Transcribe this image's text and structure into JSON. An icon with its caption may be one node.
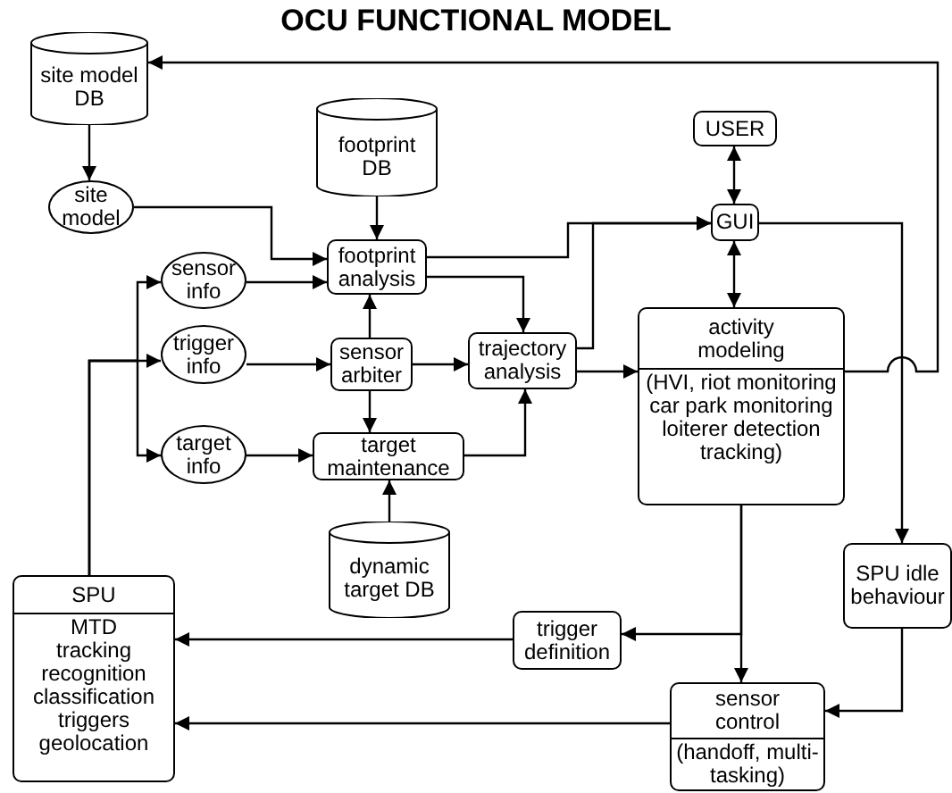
{
  "diagram": {
    "title": "OCU FUNCTIONAL MODEL",
    "nodes": [
      {
        "text": [
          "site model DB"
        ]
      },
      {
        "text": [
          "footprint DB"
        ]
      },
      {
        "text": [
          "USER"
        ]
      },
      {
        "text": [
          "site model"
        ]
      },
      {
        "text": [
          "sensor info"
        ]
      },
      {
        "text": [
          "footprint analysis"
        ]
      },
      {
        "text": [
          "GUI"
        ]
      },
      {
        "text": [
          "trigger info"
        ]
      },
      {
        "text": [
          "sensor arbiter"
        ]
      },
      {
        "text": [
          "trajectory analysis"
        ]
      },
      {
        "text": [
          "activity modeling",
          "(HVI, riot monitoring car park monitoring loiterer detection tracking)"
        ]
      },
      {
        "text": [
          "target info"
        ]
      },
      {
        "text": [
          "target maintenance"
        ]
      },
      {
        "text": [
          "dynamic target DB"
        ]
      },
      {
        "text": [
          "SPU",
          "MTD tracking recognition classification triggers geolocation"
        ]
      },
      {
        "text": [
          "SPU idle behaviour"
        ]
      },
      {
        "text": [
          "trigger definition"
        ]
      },
      {
        "text": [
          "sensor control",
          "(handoff, multi-tasking)"
        ]
      }
    ],
    "edges": [
      {
        "from": 0,
        "to": 3,
        "arrow": "to"
      },
      {
        "from": 3,
        "to": 5,
        "arrow": "to"
      },
      {
        "from": 1,
        "to": 5,
        "arrow": "to"
      },
      {
        "from": 4,
        "to": 5,
        "arrow": "to"
      },
      {
        "from": 2,
        "to": 6,
        "arrow": "both"
      },
      {
        "from": 6,
        "to": 10,
        "arrow": "both"
      },
      {
        "from": 5,
        "to": 6,
        "arrow": "to"
      },
      {
        "from": 5,
        "to": 9,
        "arrow": "to"
      },
      {
        "from": 9,
        "to": 6,
        "arrow": "to"
      },
      {
        "from": 9,
        "to": 10,
        "arrow": "to"
      },
      {
        "from": 8,
        "to": 5,
        "arrow": "to"
      },
      {
        "from": 8,
        "to": 9,
        "arrow": "to"
      },
      {
        "from": 8,
        "to": 12,
        "arrow": "to"
      },
      {
        "from": 7,
        "to": 8,
        "arrow": "to"
      },
      {
        "from": 11,
        "to": 12,
        "arrow": "to"
      },
      {
        "from": 12,
        "to": 9,
        "arrow": "to"
      },
      {
        "from": 13,
        "to": 12,
        "arrow": "to"
      },
      {
        "from": 14,
        "to": 4,
        "arrow": "to"
      },
      {
        "from": 14,
        "to": 7,
        "arrow": "to"
      },
      {
        "from": 14,
        "to": 11,
        "arrow": "to"
      },
      {
        "from": 10,
        "to": 0,
        "arrow": "to"
      },
      {
        "from": 6,
        "to": 15,
        "arrow": "to"
      },
      {
        "from": 10,
        "to": 17,
        "arrow": "to"
      },
      {
        "from": 10,
        "to": 16,
        "arrow": "to"
      },
      {
        "from": 15,
        "to": 17,
        "arrow": "to"
      },
      {
        "from": 16,
        "to": 14,
        "arrow": "to"
      },
      {
        "from": 17,
        "to": 14,
        "arrow": "to"
      }
    ]
  }
}
